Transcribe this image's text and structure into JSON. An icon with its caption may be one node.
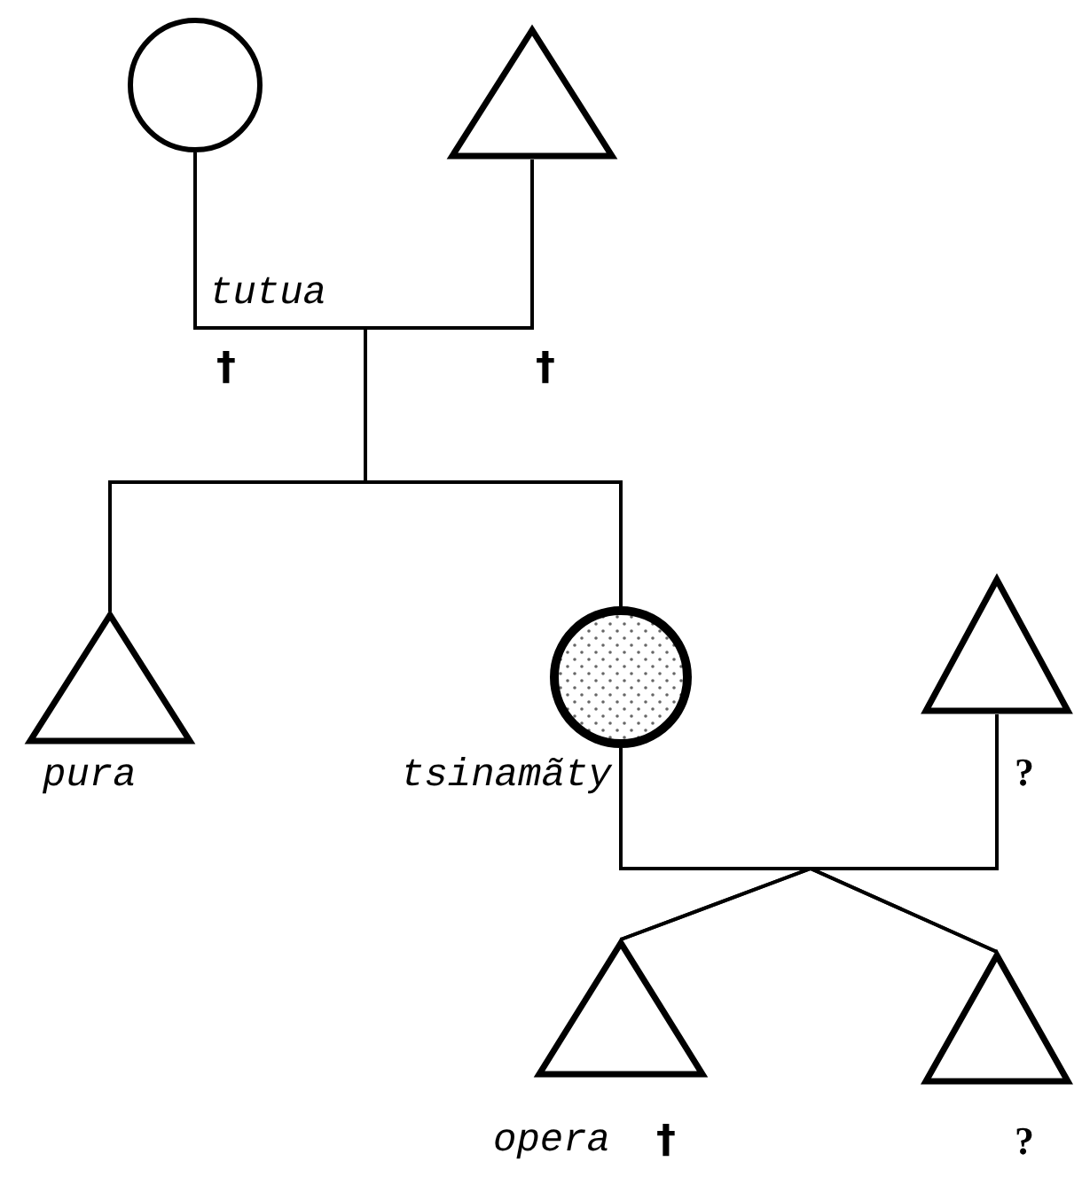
{
  "diagram": {
    "nodes": [
      {
        "text": [],
        "shape": "circle",
        "beside": [
          "tutua"
        ]
      },
      {
        "text": [],
        "shape": "triangle"
      },
      {
        "text": [
          "pura"
        ]
      },
      {
        "text": [
          "tsinamãty"
        ]
      },
      {
        "text": [
          "?"
        ]
      },
      {
        "text": [
          "opera"
        ],
        "beside": [
          "†"
        ]
      },
      {
        "text": [
          "?"
        ]
      }
    ],
    "edges": [
      {
        "from": 0,
        "to": 2,
        "arrow": "none"
      },
      {
        "from": 0,
        "to": 3,
        "arrow": "none"
      },
      {
        "from": 1,
        "to": 2,
        "arrow": "none"
      },
      {
        "from": 1,
        "to": 3,
        "arrow": "none"
      },
      {
        "from": 3,
        "to": 5,
        "arrow": "none"
      },
      {
        "from": 3,
        "to": 6,
        "arrow": "none"
      },
      {
        "from": 4,
        "to": 5,
        "arrow": "none"
      },
      {
        "from": 4,
        "to": 6,
        "arrow": "none"
      }
    ],
    "labels": [
      "†",
      "†"
    ]
  }
}
